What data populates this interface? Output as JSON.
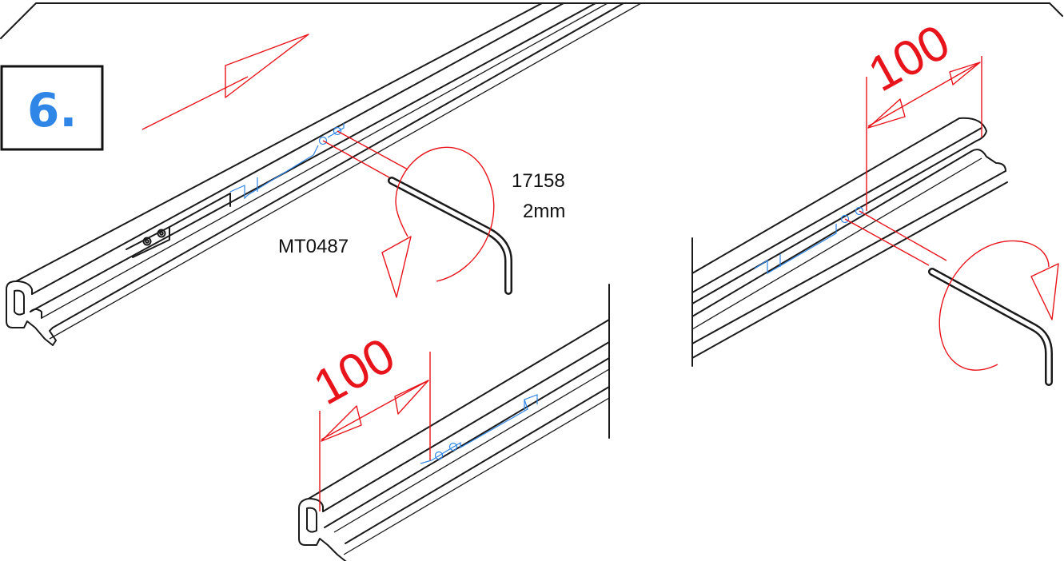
{
  "step": {
    "number": "6."
  },
  "labels": {
    "tool_code": "17158",
    "tool_size": "2mm",
    "part_code": "MT0487"
  },
  "dimensions": {
    "bottom_offset": "100",
    "right_offset": "100"
  },
  "colors": {
    "dimension": "#e8141b",
    "step_number": "#2f86e6",
    "hidden_part": "#2f86e6",
    "ink": "#1a1a1a"
  },
  "icons": [
    "push-direction-arrow-icon",
    "rotation-arrow-icon",
    "hex-key-icon"
  ]
}
